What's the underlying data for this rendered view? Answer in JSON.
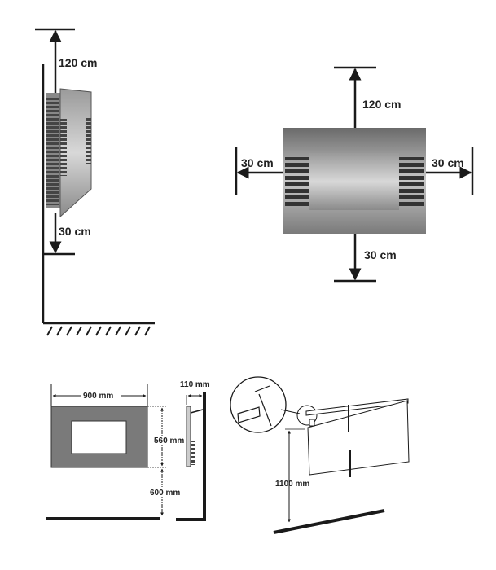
{
  "side_view_clearance": {
    "top": "120 cm",
    "bottom": "30 cm"
  },
  "front_view_clearance": {
    "top": "120 cm",
    "left": "30 cm",
    "right": "30 cm",
    "bottom": "30 cm"
  },
  "dimensions": {
    "width": "900 mm",
    "height": "560 mm",
    "floor_gap": "600 mm",
    "depth": "110 mm",
    "mount_height": "1100 mm"
  },
  "colors": {
    "line": "#1a1a1a",
    "panel": "#7a7a7a",
    "frame_light": "#b8b8b8"
  }
}
